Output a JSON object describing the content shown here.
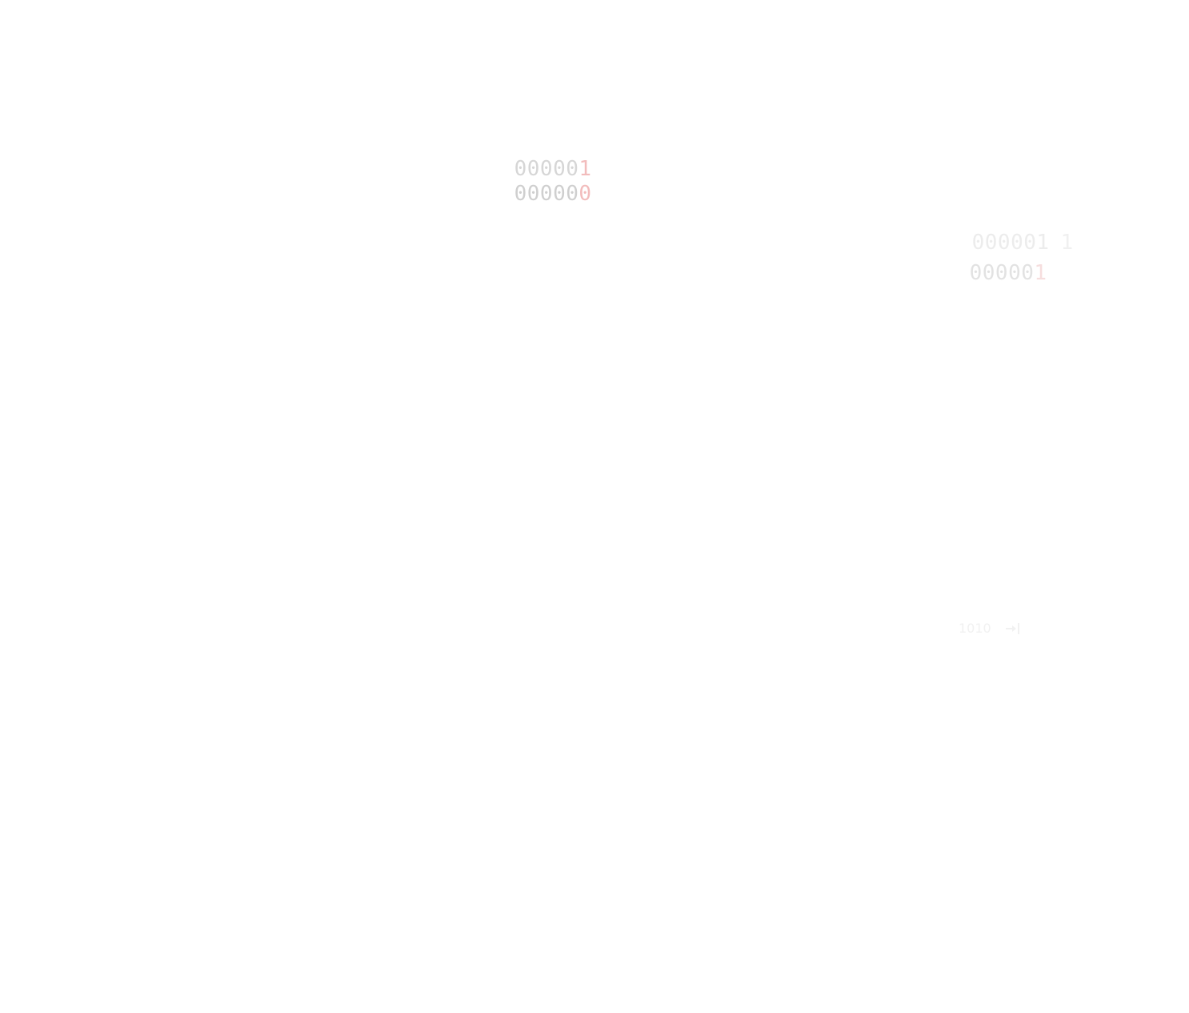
{
  "left_group": {
    "row1_main": "00000",
    "row1_accent": "1",
    "row2_main": "00000",
    "row2_accent": "0"
  },
  "right_group": {
    "row1_main": "000001",
    "row1_tail": "1",
    "row2_main": "00000",
    "row2_accent": "1"
  },
  "footer": {
    "code": "1010"
  },
  "icons": {
    "footer_icon": "exit-arrow-icon"
  },
  "colors": {
    "background": "#ffffff",
    "digits": "#d6d6d6",
    "accent": "#f2bcbc"
  }
}
